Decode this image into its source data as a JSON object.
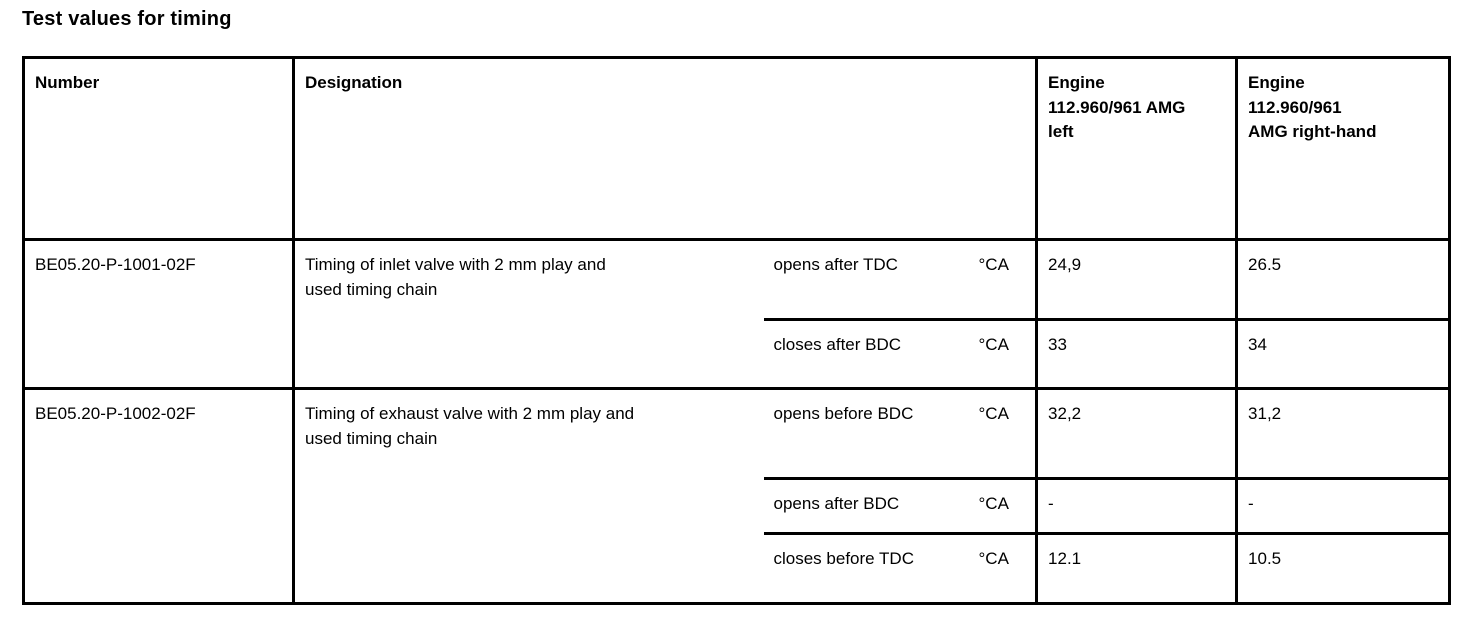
{
  "title": "Test values for timing",
  "table": {
    "headers": {
      "number": "Number",
      "designation": "Designation",
      "engine_left": "Engine\n112.960/961 AMG\nleft",
      "engine_right": "Engine\n112.960/961\nAMG right-hand"
    },
    "unit_label": "°CA",
    "rows": [
      {
        "number": "BE05.20-P-1001-02F",
        "designation": "Timing of inlet valve with 2 mm play and\nused timing chain",
        "specs": [
          {
            "label": "opens after TDC",
            "unit": "°CA",
            "left": "24,9",
            "right": "26.5"
          },
          {
            "label": "closes after BDC",
            "unit": "°CA",
            "left": "33",
            "right": "34"
          }
        ]
      },
      {
        "number": "BE05.20-P-1002-02F",
        "designation": "Timing of exhaust valve with 2 mm play and\nused timing chain",
        "specs": [
          {
            "label": "opens before BDC",
            "unit": "°CA",
            "left": "32,2",
            "right": "31,2"
          },
          {
            "label": "opens after BDC",
            "unit": "°CA",
            "left": "-",
            "right": "-"
          },
          {
            "label": "closes before TDC",
            "unit": "°CA",
            "left": "12.1",
            "right": "10.5"
          }
        ]
      }
    ]
  }
}
